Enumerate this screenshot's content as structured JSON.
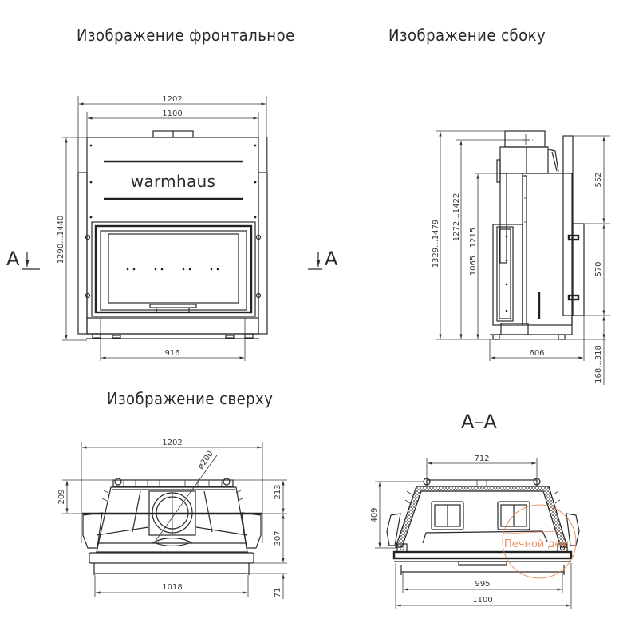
{
  "views": {
    "front": {
      "title": "Изображение фронтальное",
      "brand": "warmhaus",
      "dims": {
        "overall_width": "1202",
        "body_width": "1100",
        "height_range": "1290...1440",
        "glass_width": "916"
      },
      "section_marker_left": "A",
      "section_marker_right": "A"
    },
    "side": {
      "title": "Изображение сбоку",
      "dims": {
        "total_height": "1329...1479",
        "flue_height": "1272...1422",
        "body_height": "1065...1215",
        "upper": "552",
        "middle": "570",
        "depth": "606",
        "bottom": "168...318"
      }
    },
    "top": {
      "title": "Изображение сверху",
      "dims": {
        "overall_width": "1202",
        "flue_diameter": "ø200",
        "left_depth": "209",
        "right_upper": "213",
        "right_middle": "307",
        "right_lower": "71",
        "bottom_width": "1018"
      }
    },
    "section": {
      "title": "A–A",
      "dims": {
        "top_width": "712",
        "height": "409",
        "inner_width": "995",
        "outer_width": "1100"
      }
    }
  },
  "watermark": {
    "text": "Печной дом",
    "color": "#e8834d"
  }
}
